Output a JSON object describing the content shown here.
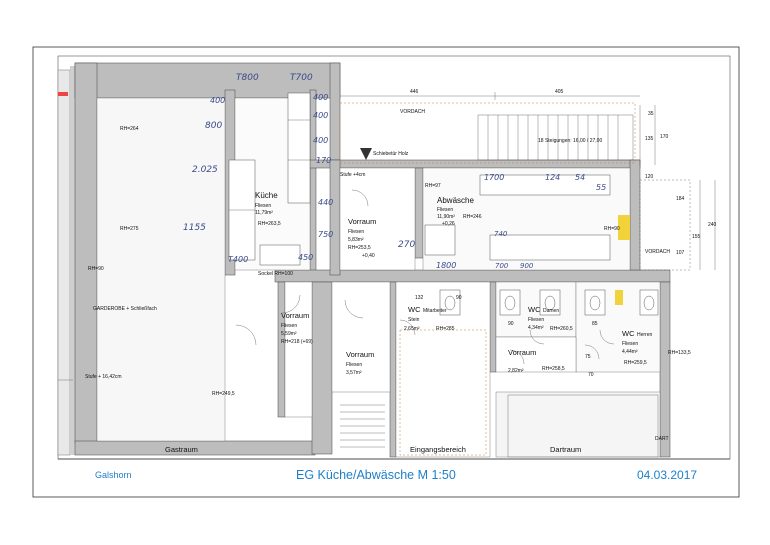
{
  "plan": {
    "title": "EG Küche/Abwäsche  M 1:50",
    "location": "Galshorn",
    "date": "04.03.2017",
    "accent_color": "#1e7fc9",
    "hand_color": "#3a4a8a",
    "rooms": {
      "kueche": {
        "name": "Küche",
        "floor": "Fliesen",
        "area": "11,79m²",
        "rh": "RH=263,5"
      },
      "abwaesche": {
        "name": "Abwäsche",
        "floor": "Fliesen",
        "area": "11,90m²",
        "level": "+0,26",
        "rh": "RH=246"
      },
      "vorraum1": {
        "name": "Vorraum",
        "floor": "Fliesen",
        "area": "5,83m²",
        "rh": "RH=253,5",
        "level": "+0,40"
      },
      "vorraum2": {
        "name": "Vorraum",
        "floor": "Fliesen",
        "area": "5,59m²",
        "rh": "RH=218 (+69)"
      },
      "vorraum3": {
        "name": "Vorraum",
        "floor": "Fliesen",
        "area": "3,57m²"
      },
      "vorraum4": {
        "name": "Vorraum",
        "area": "2,82m²",
        "rh": "RH=258,5"
      },
      "wc_mitarbeiter": {
        "name": "WC",
        "sub": "Mitarbeiter",
        "floor": "Stein",
        "area": "2,65m²",
        "rh": "RH=285"
      },
      "wc_damen": {
        "name": "WC",
        "sub": "Damen",
        "floor": "Fliesen",
        "area": "4,34m²",
        "rh": "RH=260,5"
      },
      "wc_herren": {
        "name": "WC",
        "sub": "Herren",
        "floor": "Fliesen",
        "area": "4,44m²",
        "rh": "RH=259,5"
      },
      "gastraum": {
        "name": "Gastraum",
        "rh": "RH=249,5"
      },
      "eingangsbereich": {
        "name": "Eingangsbereich"
      },
      "dartraum": {
        "name": "Dartraum"
      }
    },
    "labels": {
      "rh264": "RH=264",
      "rh275": "RH=275",
      "rh97": "RH=97",
      "rh90": "RH=90",
      "rh90b": "RH=90",
      "rh133": "RH=133,5",
      "vordach_top": "VORDACH",
      "vordach_right": "VORDACH",
      "stufe4": "Stufe +4cm",
      "stufe16": "Stufe + 16,42cm",
      "garderobe": "GARDEROBE + Schließfach",
      "schiebetuer": "Schiebetür Holz",
      "stufen_note": "18 Steigungen:\n16,00 / 27,00",
      "dart": "DART",
      "sockel": "Sockel RH=100"
    },
    "dimensions": {
      "d446": "446",
      "d405": "405",
      "d35": "35",
      "d170": "170",
      "d135": "135",
      "d120": "120",
      "d184": "184",
      "d155": "155",
      "d107": "107",
      "d240": "240",
      "d132": "132",
      "d90a": "90",
      "d90b": "90",
      "d85": "85",
      "d75": "75",
      "d70": "70"
    },
    "handwritten": {
      "t800": "T800",
      "t700": "T700",
      "n400a": "400",
      "n400b": "400",
      "n400c": "400",
      "n800": "800",
      "n2025": "2.025",
      "n1155": "1155",
      "t400": "T400",
      "n450": "450",
      "n440": "440",
      "n750": "750",
      "n170": "170",
      "n1700": "1700",
      "n124": "124",
      "n54": "54",
      "n55": "55",
      "n270": "270",
      "n740": "740",
      "n1800": "1800",
      "n700": "700",
      "n900": "900"
    }
  }
}
